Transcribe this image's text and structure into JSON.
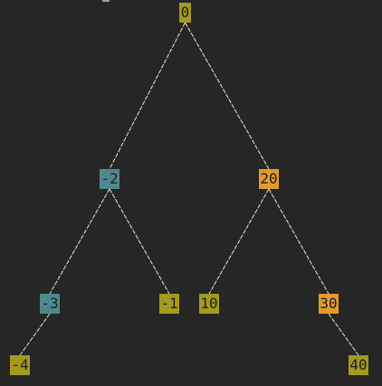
{
  "diagram": {
    "type": "binary-search-tree",
    "colors": {
      "background": "#262626",
      "edge": "#efe6c0",
      "neutral_node": "#a39a1f",
      "left_path_node": "#4e8a8d",
      "right_path_node": "#e59a2e",
      "node_text": "#1e1e1e"
    },
    "nodes": [
      {
        "id": "n0",
        "label": "0",
        "group": "neutral_node"
      },
      {
        "id": "nm2",
        "label": "-2",
        "group": "left_path_node"
      },
      {
        "id": "n20",
        "label": "20",
        "group": "right_path_node"
      },
      {
        "id": "nm3",
        "label": "-3",
        "group": "left_path_node"
      },
      {
        "id": "nm1",
        "label": "-1",
        "group": "neutral_node"
      },
      {
        "id": "n10",
        "label": "10",
        "group": "neutral_node"
      },
      {
        "id": "n30",
        "label": "30",
        "group": "right_path_node"
      },
      {
        "id": "nm4",
        "label": "-4",
        "group": "neutral_node"
      },
      {
        "id": "n40",
        "label": "40",
        "group": "neutral_node"
      }
    ],
    "edges": [
      {
        "from": "n0",
        "to": "nm2"
      },
      {
        "from": "n0",
        "to": "n20"
      },
      {
        "from": "nm2",
        "to": "nm3"
      },
      {
        "from": "nm2",
        "to": "nm1"
      },
      {
        "from": "n20",
        "to": "n10"
      },
      {
        "from": "n20",
        "to": "n30"
      },
      {
        "from": "nm3",
        "to": "nm4"
      },
      {
        "from": "n30",
        "to": "n40"
      }
    ]
  }
}
